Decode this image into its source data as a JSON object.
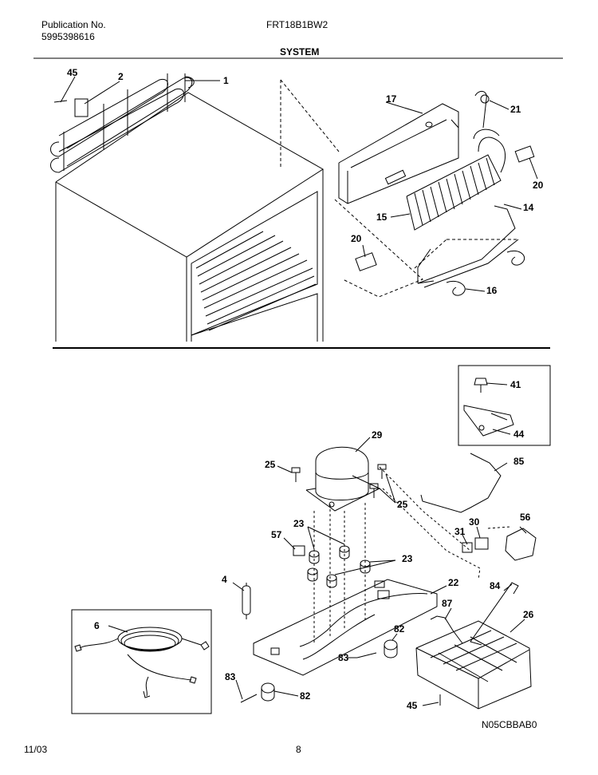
{
  "header": {
    "publication_label": "Publication No.",
    "publication_number": "5995398616",
    "model": "FRT18B1BW2",
    "section_title": "SYSTEM"
  },
  "footer": {
    "date": "11/03",
    "page": "8",
    "diagram_code": "N05CBBAB0"
  },
  "parts": {
    "p1": "1",
    "p2": "2",
    "p4": "4",
    "p6": "6",
    "p14": "14",
    "p15": "15",
    "p16": "16",
    "p17": "17",
    "p20a": "20",
    "p20b": "20",
    "p21": "21",
    "p22": "22",
    "p23a": "23",
    "p23b": "23",
    "p25a": "25",
    "p25b": "25",
    "p26": "26",
    "p29": "29",
    "p30": "30",
    "p31": "31",
    "p41": "41",
    "p44": "44",
    "p45a": "45",
    "p45b": "45",
    "p56": "56",
    "p57": "57",
    "p82a": "82",
    "p82b": "82",
    "p83a": "83",
    "p83b": "83",
    "p84": "84",
    "p85": "85",
    "p87": "87"
  }
}
